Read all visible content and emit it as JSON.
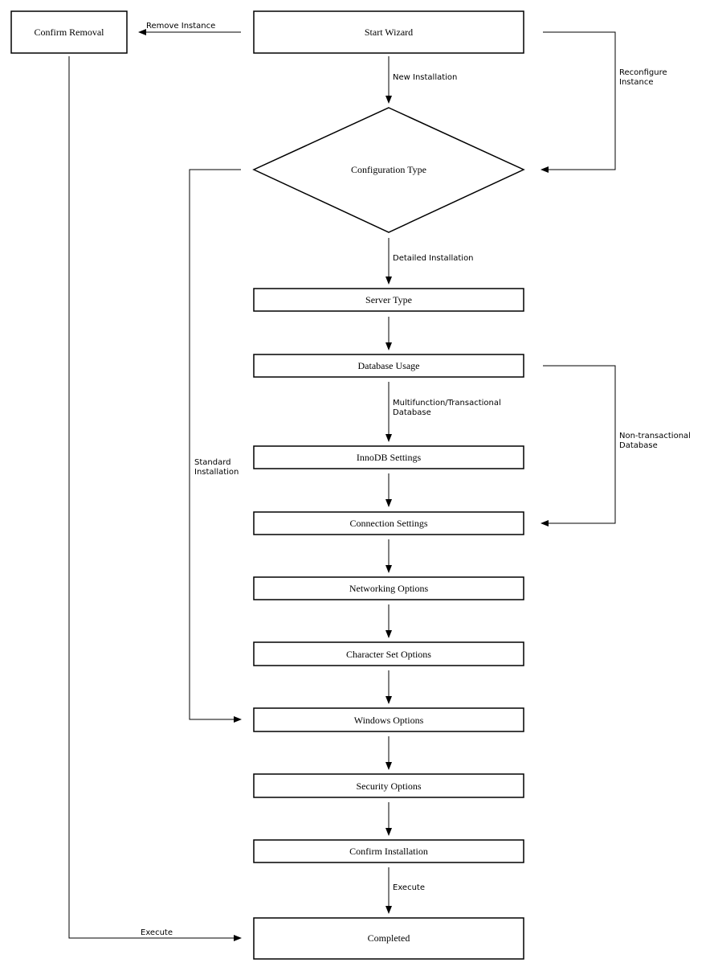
{
  "colors": {
    "line": "#000000",
    "background": "#ffffff"
  },
  "nodes": {
    "confirm_removal": "Confirm Removal",
    "start_wizard": "Start Wizard",
    "configuration_type": "Configuration Type",
    "server_type": "Server Type",
    "database_usage": "Database Usage",
    "innodb_settings": "InnoDB Settings",
    "connection_settings": "Connection Settings",
    "networking_options": "Networking Options",
    "character_set_options": "Character Set Options",
    "windows_options": "Windows Options",
    "security_options": "Security Options",
    "confirm_installation": "Confirm Installation",
    "completed": "Completed"
  },
  "edges": {
    "remove_instance": "Remove Instance",
    "new_installation": "New Installation",
    "reconfigure_instance": [
      "Reconfigure",
      "Instance"
    ],
    "detailed_installation": "Detailed Installation",
    "multifunction_transactional": [
      "Multifunction/Transactional",
      "Database"
    ],
    "non_transactional": [
      "Non-transactional",
      "Database"
    ],
    "standard_installation": [
      "Standard",
      "Installation"
    ],
    "execute_main": "Execute",
    "execute_removal": "Execute"
  }
}
